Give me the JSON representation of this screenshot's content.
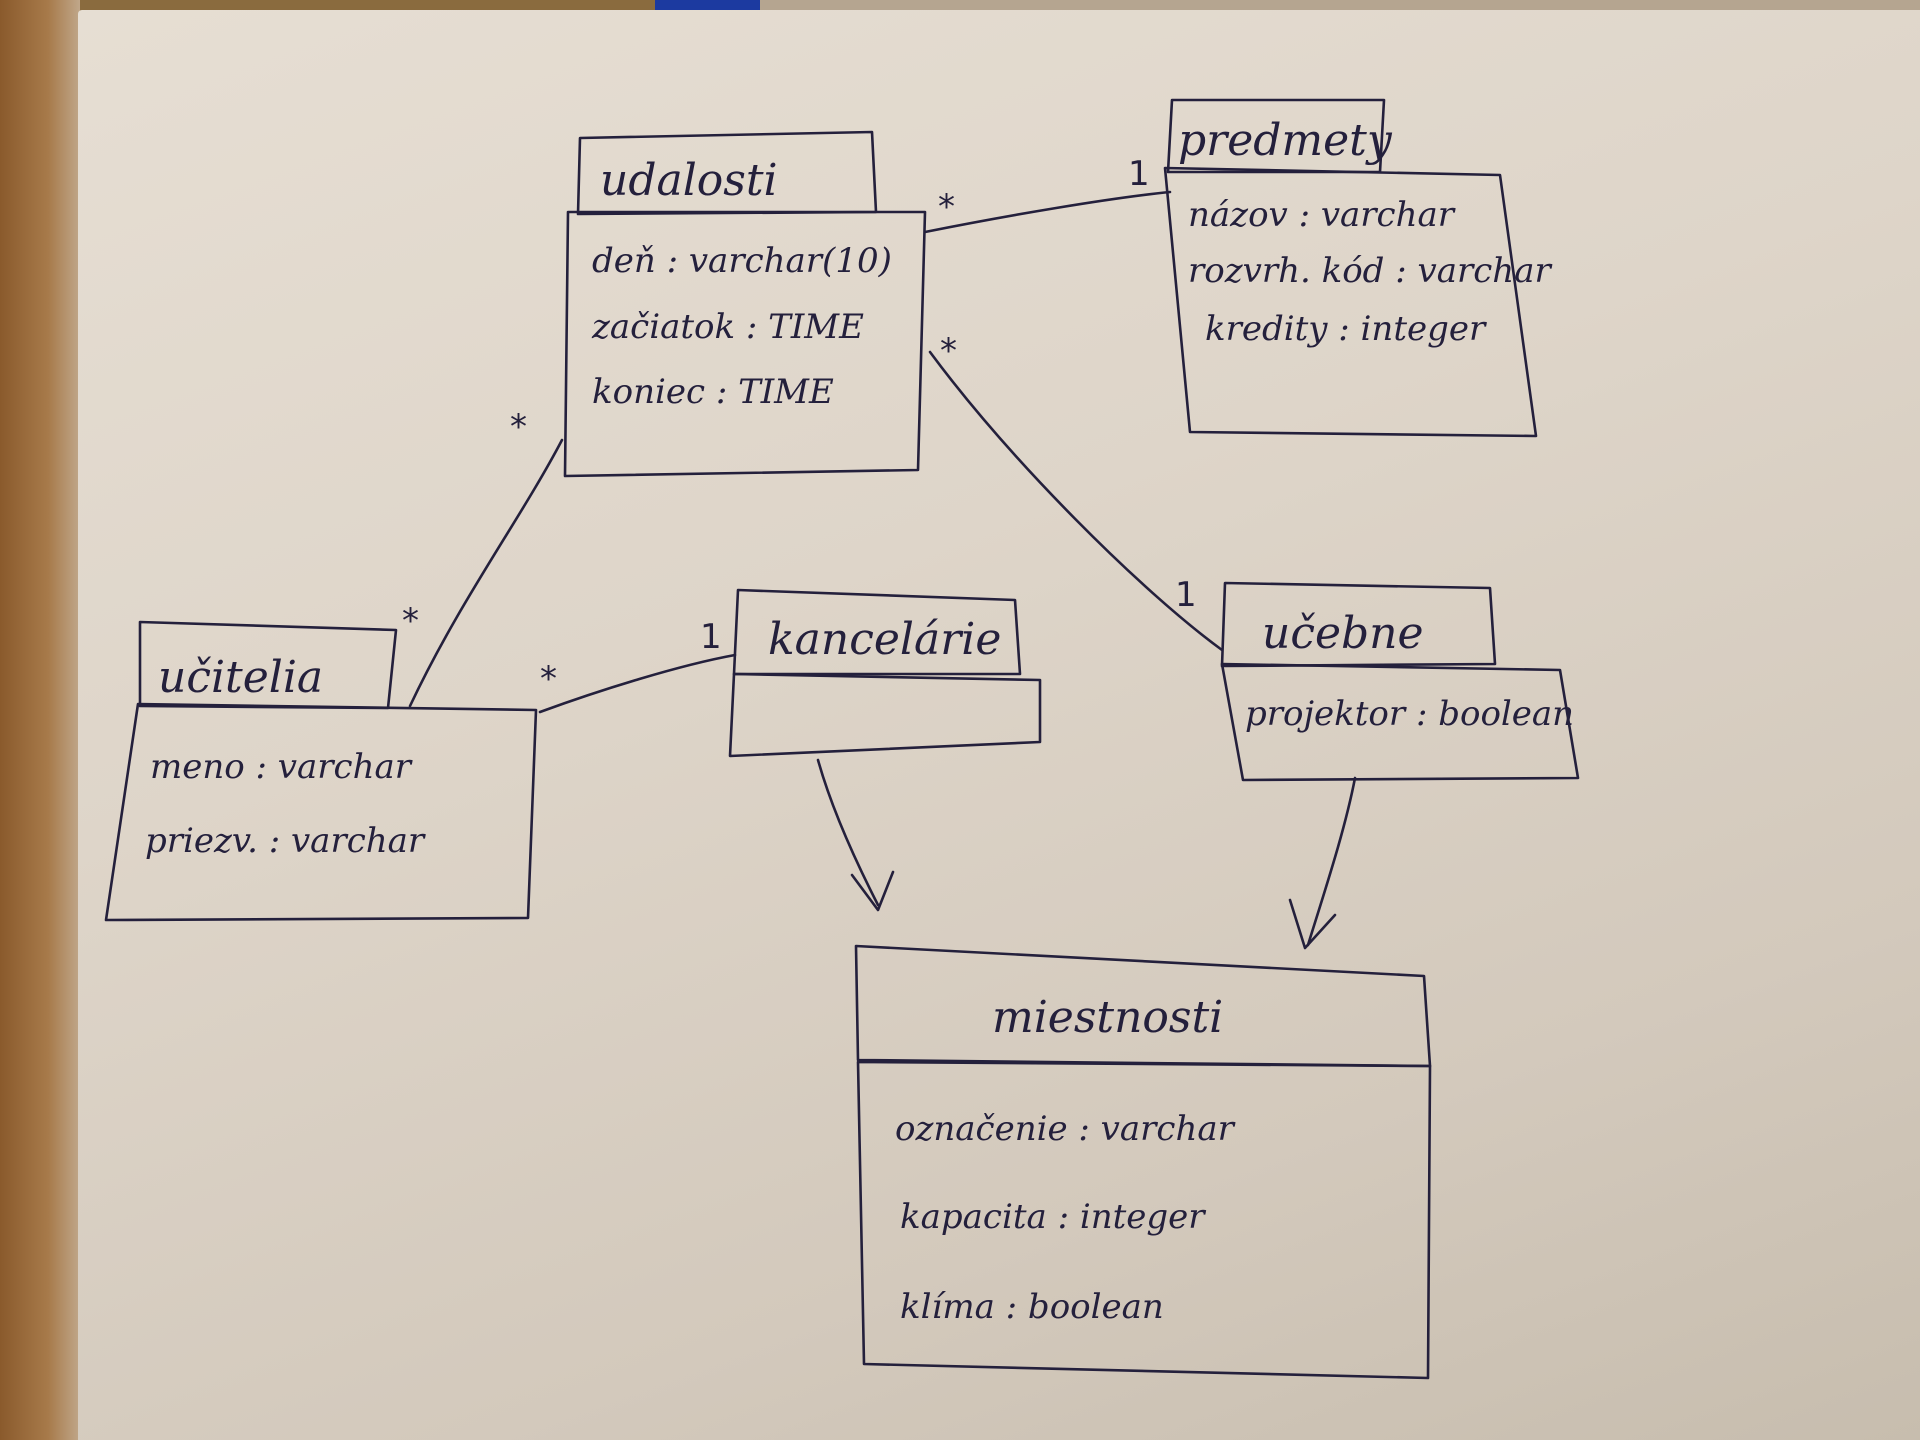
{
  "diagram": {
    "classes": [
      {
        "id": "udalosti",
        "name": "udalosti",
        "attributes": [
          "deň : varchar(10)",
          "začiatok : TIME",
          "koniec : TIME"
        ]
      },
      {
        "id": "predmety",
        "name": "predmety",
        "attributes": [
          "názov : varchar",
          "rozvrh. kód : varchar",
          "kredity : integer"
        ]
      },
      {
        "id": "ucitelia",
        "name": "učitelia",
        "attributes": [
          "meno : varchar",
          "priezv. : varchar"
        ]
      },
      {
        "id": "kancelarie",
        "name": "kancelárie",
        "attributes": []
      },
      {
        "id": "ucebne",
        "name": "učebne",
        "attributes": [
          "projektor : boolean"
        ]
      },
      {
        "id": "miestnosti",
        "name": "miestnosti",
        "attributes": [
          "označenie : varchar",
          "kapacita : integer",
          "klíma : boolean"
        ]
      }
    ],
    "associations": [
      {
        "from": "udalosti",
        "to": "predmety",
        "from_mult": "*",
        "to_mult": "1"
      },
      {
        "from": "udalosti",
        "to": "ucitelia",
        "from_mult": "*",
        "to_mult": "*"
      },
      {
        "from": "ucitelia",
        "to": "kancelarie",
        "from_mult": "*",
        "to_mult": "1"
      },
      {
        "from": "udalosti",
        "to": "ucebne",
        "from_mult": "*",
        "to_mult": "1"
      }
    ],
    "generalizations": [
      {
        "child": "kancelarie",
        "parent": "miestnosti"
      },
      {
        "child": "ucebne",
        "parent": "miestnosti"
      }
    ]
  },
  "colors": {
    "ink": "#24203c",
    "paper": "#ded5c9",
    "background": "#b5a590"
  }
}
